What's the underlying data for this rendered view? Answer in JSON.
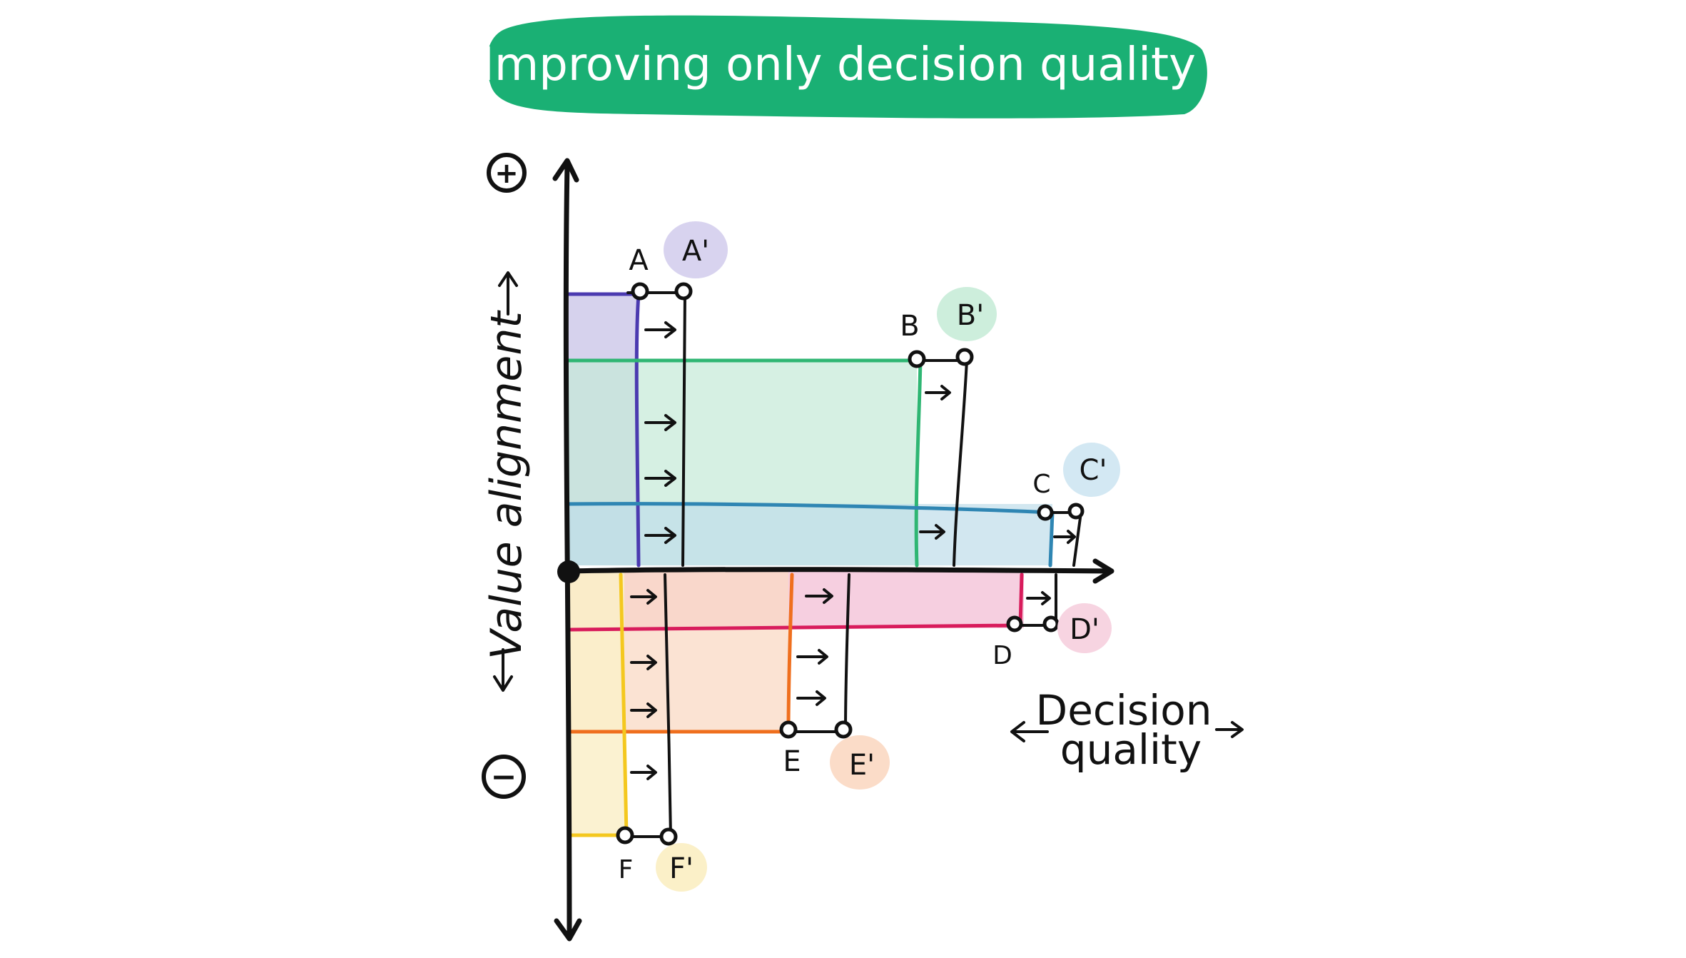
{
  "title": "Improving only decision quality",
  "axes": {
    "y_label": "Value alignment",
    "x_label_line1": "Decision",
    "x_label_line2": "quality",
    "plus_symbol": "+",
    "minus_symbol": "−"
  },
  "colors": {
    "title_bg": "#1ab074",
    "A": "#4b3ab0",
    "B": "#2fb673",
    "C": "#2f86b3",
    "D": "#d81c5c",
    "E": "#ef6f1e",
    "F": "#f4c81f"
  },
  "points": [
    {
      "id": "A",
      "label": "A",
      "label_prime": "A'",
      "value_alignment": "positive",
      "rank": 1
    },
    {
      "id": "B",
      "label": "B",
      "label_prime": "B'",
      "value_alignment": "positive",
      "rank": 2
    },
    {
      "id": "C",
      "label": "C",
      "label_prime": "C'",
      "value_alignment": "positive",
      "rank": 3
    },
    {
      "id": "D",
      "label": "D",
      "label_prime": "D'",
      "value_alignment": "negative",
      "rank": 1
    },
    {
      "id": "E",
      "label": "E",
      "label_prime": "E'",
      "value_alignment": "negative",
      "rank": 2
    },
    {
      "id": "F",
      "label": "F",
      "label_prime": "F'",
      "value_alignment": "negative",
      "rank": 3
    }
  ]
}
